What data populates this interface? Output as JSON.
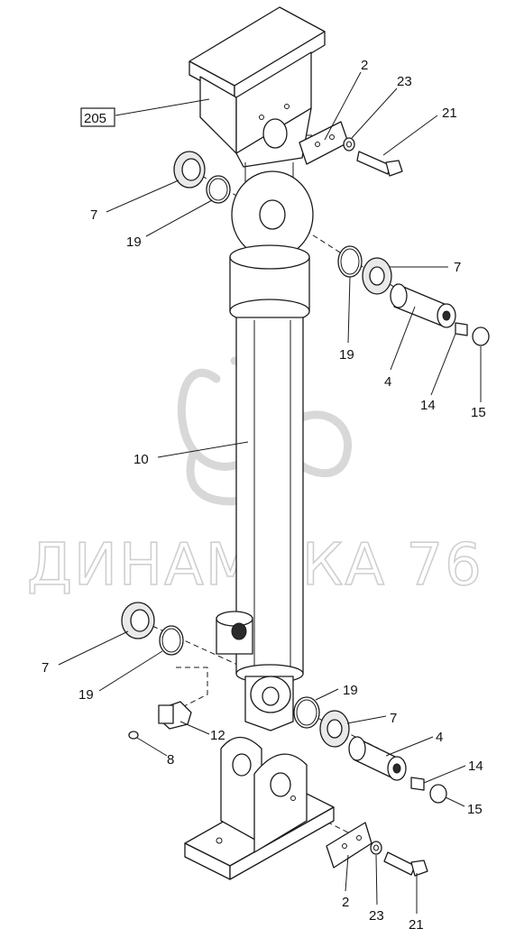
{
  "diagram": {
    "watermark_text": "ДИНАМИКА 76",
    "callouts": {
      "p205": "205",
      "p2_top": "2",
      "p23_top": "23",
      "p21_top": "21",
      "p7_a": "7",
      "p19_a": "19",
      "p7_b": "7",
      "p19_b": "19",
      "p4_top": "4",
      "p14_top": "14",
      "p15_top": "15",
      "p10": "10",
      "p7_c": "7",
      "p19_c": "19",
      "p19_d": "19",
      "p7_d": "7",
      "p12": "12",
      "p4_bot": "4",
      "p8": "8",
      "p14_bot": "14",
      "p15_bot": "15",
      "p2_bot": "2",
      "p23_bot": "23",
      "p21_bot": "21"
    }
  }
}
